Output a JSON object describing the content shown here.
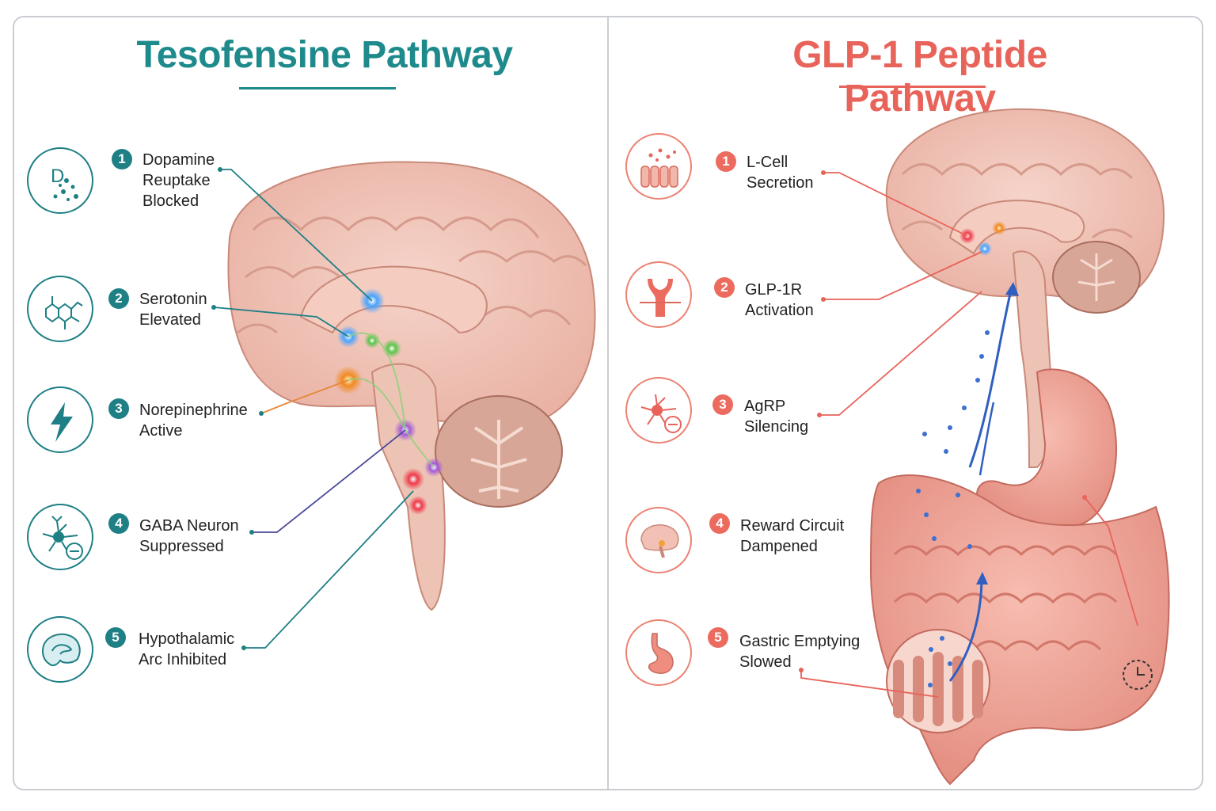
{
  "colors": {
    "teal": "#1e8a8c",
    "coral": "#e8635a",
    "brain": "#f2c0b4",
    "gut": "#f0a094"
  },
  "left_panel": {
    "title": "Tesofensine Pathway",
    "steps": [
      {
        "number": "1",
        "label": "Dopamine\nReuptake\nBlocked",
        "icon": "dopamine-molecules-icon"
      },
      {
        "number": "2",
        "label": "Serotonin\nElevated",
        "icon": "serotonin-molecule-icon"
      },
      {
        "number": "3",
        "label": "Norepinephrine\nActive",
        "icon": "lightning-bolt-icon"
      },
      {
        "number": "4",
        "label": "GABA Neuron\nSuppressed",
        "icon": "neuron-minus-icon"
      },
      {
        "number": "5",
        "label": "Hypothalamic\nArc Inhibited",
        "icon": "brain-hypothalamus-icon"
      }
    ],
    "icon_letter": "D"
  },
  "right_panel": {
    "title": "GLP-1 Peptide Pathway",
    "steps": [
      {
        "number": "1",
        "label": "L-Cell\nSecretion",
        "icon": "l-cell-secretion-icon"
      },
      {
        "number": "2",
        "label": "GLP-1R\nActivation",
        "icon": "receptor-icon"
      },
      {
        "number": "3",
        "label": "AgRP\nSilencing",
        "icon": "neuron-minus-icon"
      },
      {
        "number": "4",
        "label": "Reward Circuit\nDampened",
        "icon": "brain-reward-icon"
      },
      {
        "number": "5",
        "label": "Gastric Emptying\nSlowed",
        "icon": "stomach-icon"
      }
    ]
  }
}
